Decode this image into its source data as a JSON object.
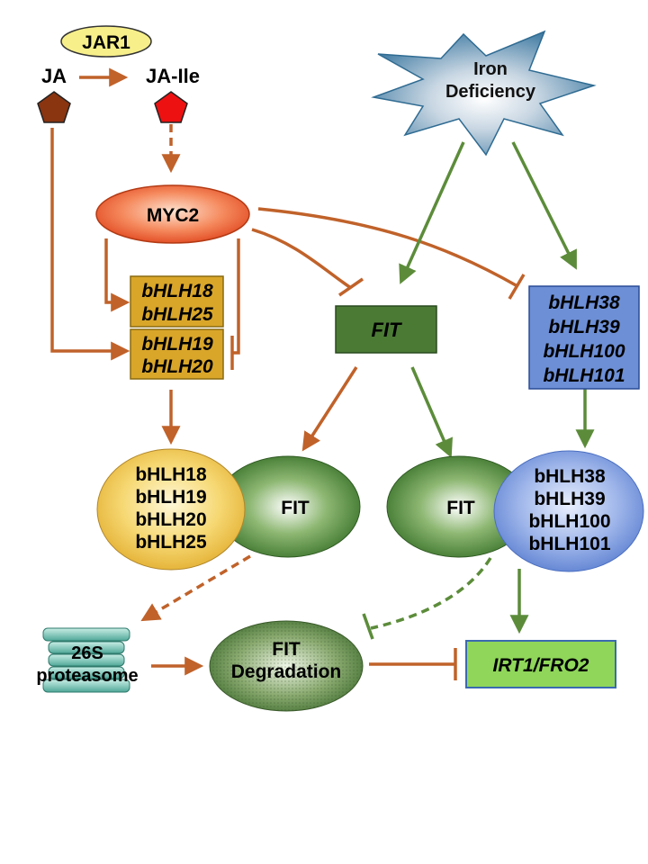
{
  "nodes": {
    "jar1": "JAR1",
    "ja": "JA",
    "ja_ile": "JA-Ile",
    "iron_deficiency": [
      "Iron",
      "Deficiency"
    ],
    "myc2": "MYC2",
    "gene_box_1": [
      "bHLH18",
      "bHLH25"
    ],
    "gene_box_2": [
      "bHLH19",
      "bHLH20"
    ],
    "fit_gene": "FIT",
    "gene_box_3": [
      "bHLH38",
      "bHLH39",
      "bHLH100",
      "bHLH101"
    ],
    "protein_group_left": [
      "bHLH18",
      "bHLH19",
      "bHLH20",
      "bHLH25"
    ],
    "fit_protein_left": "FIT",
    "fit_protein_right": "FIT",
    "protein_group_right": [
      "bHLH38",
      "bHLH39",
      "bHLH100",
      "bHLH101"
    ],
    "proteasome": [
      "26S",
      "proteasome"
    ],
    "fit_degradation": [
      "FIT",
      "Degradation"
    ],
    "target_genes": "IRT1/FRO2"
  },
  "colors": {
    "ja_arrow": "#c0622a",
    "iron_arrow": "#5c8c3a",
    "jar1_fill": "#f7ef8a",
    "ja_shape": "#8a3410",
    "ja_ile_shape": "#ee1111",
    "gene_box_gold": "#d9a62a",
    "fit_box": "#4b7a35",
    "gene_box_blue": "#6d8fd6",
    "target_box": "#8fd65a"
  }
}
